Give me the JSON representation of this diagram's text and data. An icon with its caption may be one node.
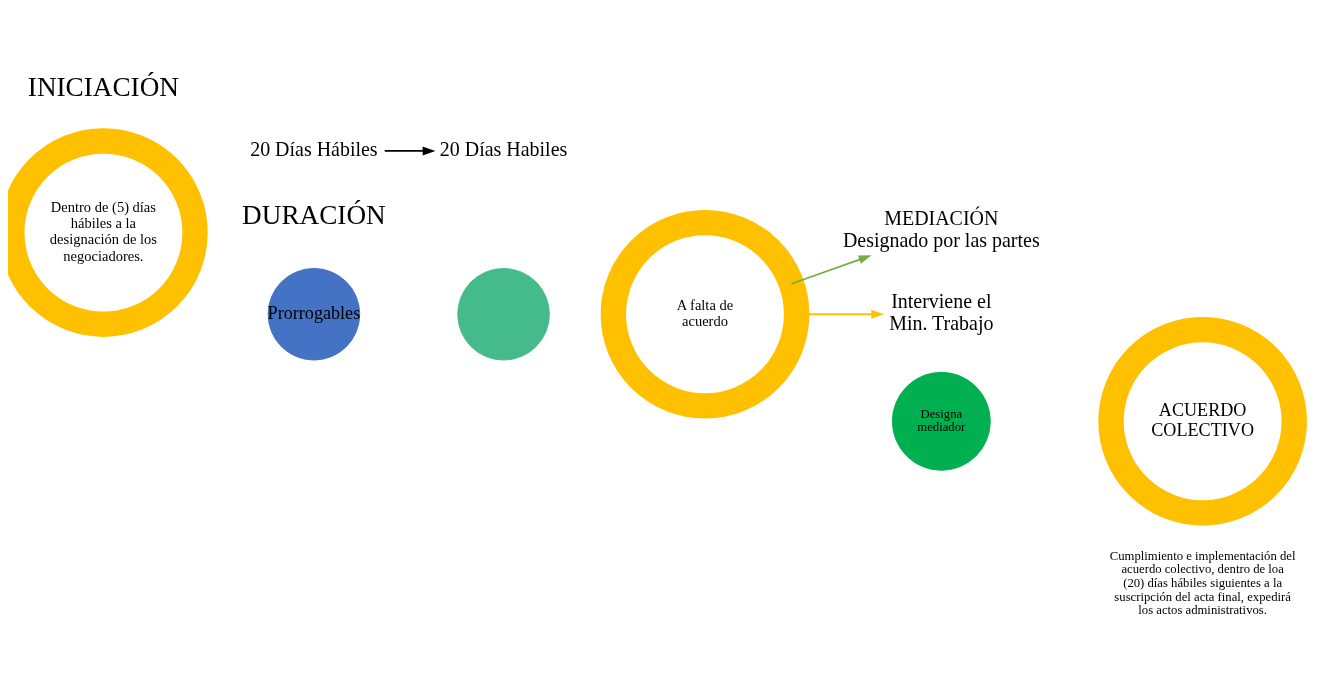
{
  "diagram": {
    "nodes": [
      {
        "text": [
          "Dentro de (5) días hábiles a la designación de los negociadores."
        ],
        "beside": [
          "INICIACIÓN"
        ]
      },
      {
        "text": [
          "Prorrogables"
        ],
        "beside": [
          "DURACIÓN"
        ]
      },
      {
        "text": [],
        "shape": "circle"
      },
      {
        "text": [
          "20 Días Hábiles"
        ]
      },
      {
        "text": [
          "20 Días Habiles"
        ]
      },
      {
        "text": [
          "A falta de acuerdo"
        ]
      },
      {
        "text": [
          "MEDIACIÓN",
          "Designado por las partes"
        ]
      },
      {
        "text": [
          "Interviene el Min. Trabajo"
        ]
      },
      {
        "text": [
          "Designa mediador"
        ]
      },
      {
        "text": [
          "ACUERDO COLECTIVO"
        ],
        "beside": [
          "Cumplimiento e implementación del acuerdo colectivo, dentro de loa (20) días hábiles siguientes a la suscripción del acta final, expedirá los actos administrativos."
        ]
      }
    ],
    "edges": [
      {
        "from": 3,
        "to": 4,
        "arrow": "to"
      },
      {
        "from": 5,
        "to": 6,
        "arrow": "to",
        "color": "#70ad47"
      },
      {
        "from": 5,
        "to": 7,
        "arrow": "to",
        "color": "#ffc000"
      }
    ]
  }
}
